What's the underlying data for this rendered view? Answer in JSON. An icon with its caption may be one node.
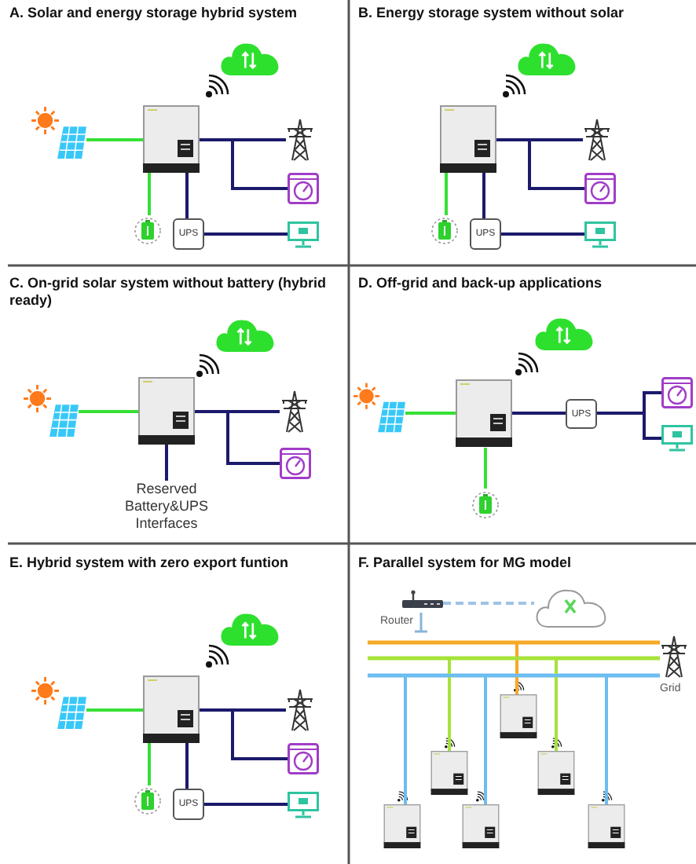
{
  "diagram": {
    "nodes": [
      {
        "text": [],
        "shape": "panel"
      },
      {
        "text": [],
        "shape": "box"
      },
      {
        "text": [],
        "shape": "tower"
      },
      {
        "text": [],
        "shape": "meter"
      },
      {
        "text": [],
        "shape": "battery"
      },
      {
        "text": [
          "UPS"
        ]
      },
      {
        "text": [],
        "shape": "monitor"
      },
      {
        "text": [],
        "shape": "box"
      },
      {
        "text": [],
        "shape": "tower"
      },
      {
        "text": [],
        "shape": "meter"
      },
      {
        "text": [],
        "shape": "battery"
      },
      {
        "text": [
          "UPS"
        ]
      },
      {
        "text": [],
        "shape": "monitor"
      },
      {
        "text": [],
        "shape": "panel"
      },
      {
        "text": [],
        "shape": "box"
      },
      {
        "text": [],
        "shape": "tower"
      },
      {
        "text": [],
        "shape": "meter"
      },
      {
        "text": [
          "Reserved Battery&UPS Interfaces"
        ]
      },
      {
        "text": [],
        "shape": "panel"
      },
      {
        "text": [],
        "shape": "box"
      },
      {
        "text": [
          "UPS"
        ]
      },
      {
        "text": [],
        "shape": "meter"
      },
      {
        "text": [],
        "shape": "monitor"
      },
      {
        "text": [],
        "shape": "battery"
      },
      {
        "text": [],
        "shape": "panel"
      },
      {
        "text": [],
        "shape": "box"
      },
      {
        "text": [],
        "shape": "tower"
      },
      {
        "text": [],
        "shape": "meter"
      },
      {
        "text": [],
        "shape": "battery"
      },
      {
        "text": [
          "UPS"
        ]
      },
      {
        "text": [],
        "shape": "monitor"
      },
      {
        "text": [],
        "shape": "router",
        "beside": [
          "Router"
        ]
      },
      {
        "text": [],
        "shape": "cloud"
      },
      {
        "text": [],
        "shape": "tower",
        "beside": [
          "Grid"
        ]
      },
      {
        "text": [],
        "shape": "box"
      },
      {
        "text": [],
        "shape": "box"
      },
      {
        "text": [],
        "shape": "box"
      },
      {
        "text": [],
        "shape": "box"
      },
      {
        "text": [],
        "shape": "box"
      },
      {
        "text": [],
        "shape": "box"
      }
    ],
    "edges": [
      {
        "from": 0,
        "to": 1,
        "arrow": "none",
        "color": "#35e035"
      },
      {
        "from": 1,
        "to": 2,
        "arrow": "none"
      },
      {
        "from": 1,
        "to": 3,
        "arrow": "none"
      },
      {
        "from": 1,
        "to": 4,
        "arrow": "none",
        "color": "#35e035"
      },
      {
        "from": 1,
        "to": 5,
        "arrow": "none"
      },
      {
        "from": 5,
        "to": 6,
        "arrow": "none"
      },
      {
        "from": 7,
        "to": 8,
        "arrow": "none"
      },
      {
        "from": 7,
        "to": 9,
        "arrow": "none"
      },
      {
        "from": 7,
        "to": 10,
        "arrow": "none",
        "color": "#35e035"
      },
      {
        "from": 7,
        "to": 11,
        "arrow": "none"
      },
      {
        "from": 11,
        "to": 12,
        "arrow": "none"
      },
      {
        "from": 13,
        "to": 14,
        "arrow": "none",
        "color": "#35e035"
      },
      {
        "from": 14,
        "to": 15,
        "arrow": "none"
      },
      {
        "from": 14,
        "to": 16,
        "arrow": "none"
      },
      {
        "from": 14,
        "to": 17,
        "arrow": "none"
      },
      {
        "from": 18,
        "to": 19,
        "arrow": "none",
        "color": "#35e035"
      },
      {
        "from": 19,
        "to": 20,
        "arrow": "none"
      },
      {
        "from": 20,
        "to": 21,
        "arrow": "none"
      },
      {
        "from": 20,
        "to": 22,
        "arrow": "none"
      },
      {
        "from": 19,
        "to": 23,
        "arrow": "none",
        "color": "#35e035"
      },
      {
        "from": 24,
        "to": 25,
        "arrow": "none",
        "color": "#35e035"
      },
      {
        "from": 25,
        "to": 26,
        "arrow": "none"
      },
      {
        "from": 25,
        "to": 27,
        "arrow": "none"
      },
      {
        "from": 25,
        "to": 28,
        "arrow": "none",
        "color": "#35e035"
      },
      {
        "from": 25,
        "to": 29,
        "arrow": "none"
      },
      {
        "from": 29,
        "to": 30,
        "arrow": "none"
      },
      {
        "from": 31,
        "to": 32,
        "arrow": "none",
        "style": "dashed",
        "color": "#9ec3e6"
      },
      {
        "from": 34,
        "to": 33,
        "arrow": "none",
        "color": "#f7a928"
      },
      {
        "from": 35,
        "to": 33,
        "arrow": "none",
        "color": "#a6e33a"
      },
      {
        "from": 36,
        "to": 33,
        "arrow": "none",
        "color": "#a6e33a"
      },
      {
        "from": 37,
        "to": 33,
        "arrow": "none",
        "color": "#6cbdf0"
      },
      {
        "from": 38,
        "to": 33,
        "arrow": "none",
        "color": "#6cbdf0"
      },
      {
        "from": 39,
        "to": 33,
        "arrow": "none",
        "color": "#6cbdf0"
      }
    ],
    "labels": [
      "A. Solar and energy storage hybrid system",
      "B. Energy storage system without solar",
      "C. On-grid solar system without battery (hybrid ready)",
      "D. Off-grid and back-up applications",
      "E. Hybrid system with zero export funtion",
      "F. Parallel system for MG model"
    ]
  }
}
